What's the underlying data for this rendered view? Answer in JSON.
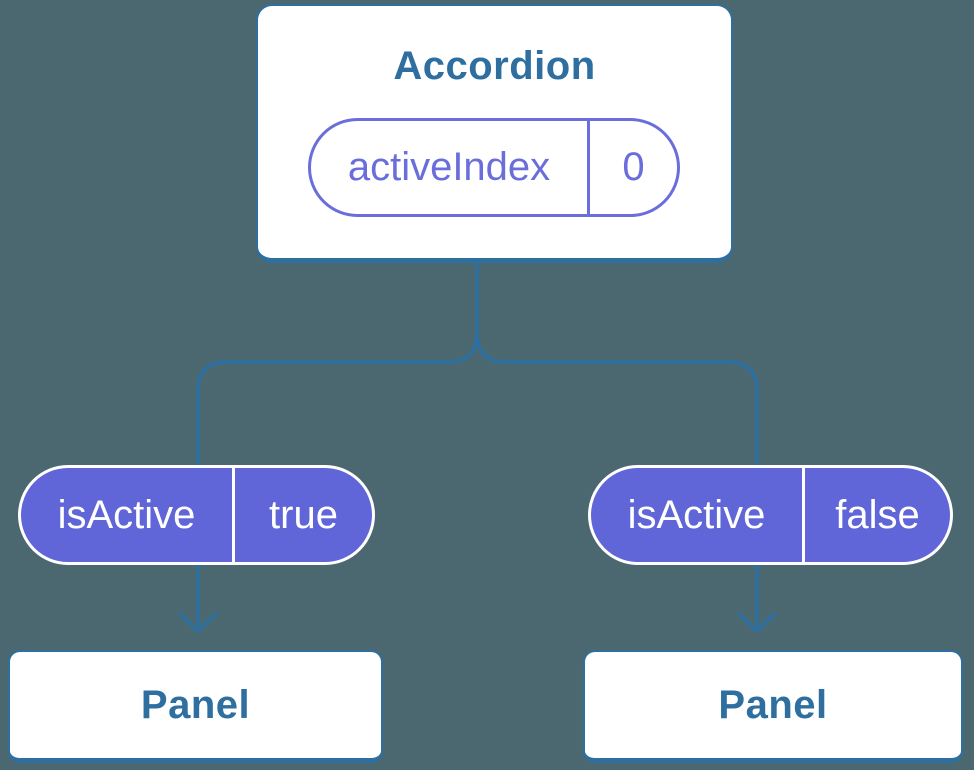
{
  "diagram": {
    "type": "react-component-tree",
    "root": {
      "title": "Accordion",
      "state": {
        "name": "activeIndex",
        "value": "0"
      }
    },
    "children": [
      {
        "prop": {
          "name": "isActive",
          "value": "true"
        },
        "component": {
          "title": "Panel"
        }
      },
      {
        "prop": {
          "name": "isActive",
          "value": "false"
        },
        "component": {
          "title": "Panel"
        }
      }
    ],
    "colors": {
      "background": "#4b6770",
      "node_fill": "#ffffff",
      "node_border": "#2e6f9f",
      "node_text": "#2e6f9f",
      "connector_line": "#2b70a1",
      "state_pill_outline": "#6a6edb",
      "state_pill_text": "#6a6edb",
      "prop_pill_fill": "#6065d8",
      "prop_pill_border": "#ffffff",
      "prop_pill_text": "#ffffff"
    }
  }
}
